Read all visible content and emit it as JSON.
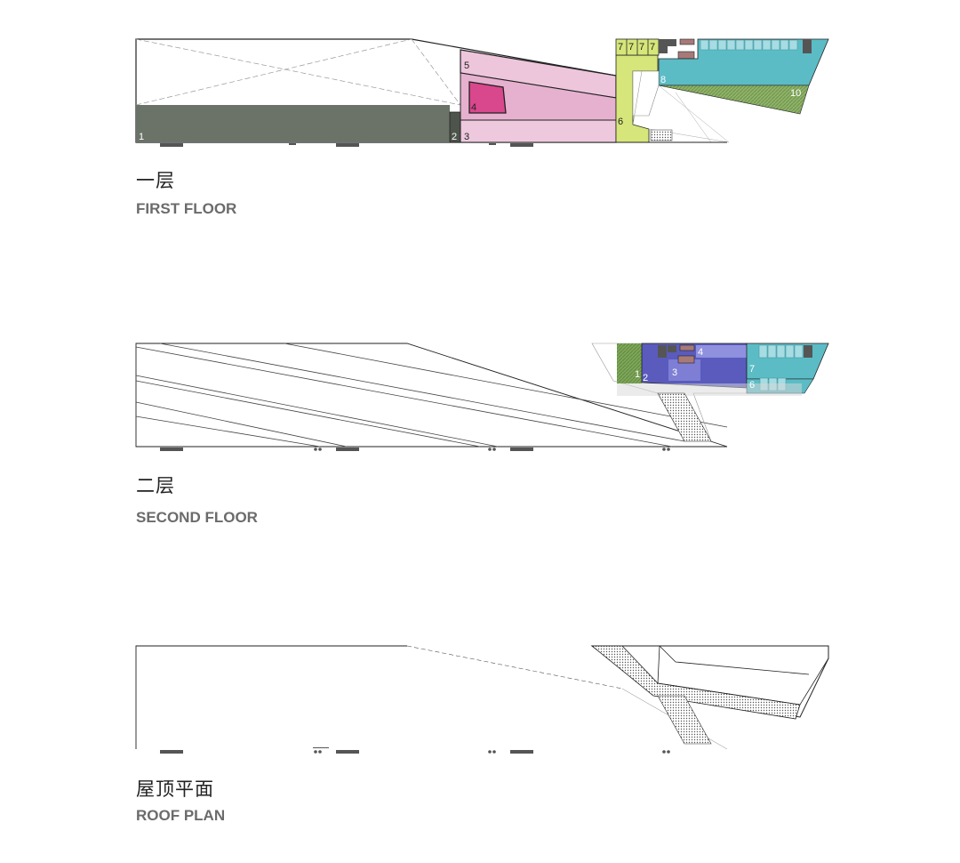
{
  "floors": [
    {
      "cn": "一层",
      "en": "FIRST FLOOR",
      "labels": [
        "1",
        "2",
        "3",
        "4",
        "5",
        "6",
        "7",
        "8",
        "10"
      ]
    },
    {
      "cn": "二层",
      "en": "SECOND FLOOR",
      "labels": [
        "1",
        "2",
        "3",
        "4",
        "6",
        "7"
      ]
    },
    {
      "cn": "屋顶平面",
      "en": "ROOF PLAN"
    }
  ],
  "colors": {
    "dark_grey": "#6b7369",
    "pink": "#e7b4d1",
    "magenta": "#d9478c",
    "yellow_green": "#d6e67a",
    "teal": "#5bbcc6",
    "green": "#7fa65a",
    "blue_purple": "#5a5bbd"
  }
}
